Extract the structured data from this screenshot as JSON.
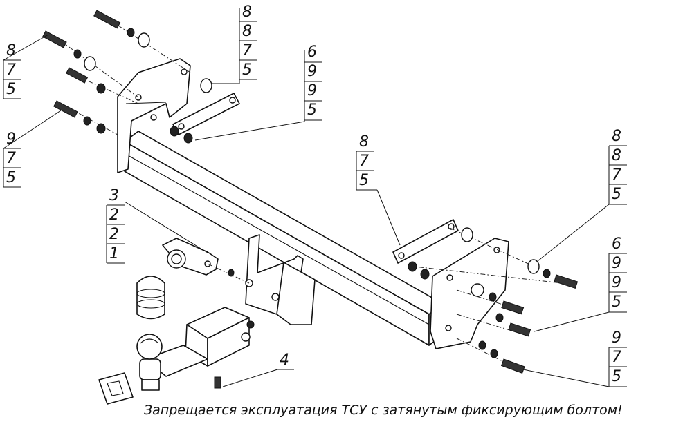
{
  "callouts": {
    "c1": [
      "8",
      "8",
      "7",
      "5"
    ],
    "c2": [
      "6",
      "9",
      "9",
      "5"
    ],
    "c3": [
      "8",
      "7",
      "5"
    ],
    "c4": [
      "9",
      "7",
      "5"
    ],
    "c5": [
      "8",
      "7",
      "5"
    ],
    "c6": [
      "8",
      "8",
      "7",
      "5"
    ],
    "c7": [
      "3",
      "2",
      "2",
      "1"
    ],
    "c8": [
      "6",
      "9",
      "9",
      "5"
    ],
    "c9": [
      "9",
      "7",
      "5"
    ],
    "c10": [
      "4"
    ]
  },
  "warning_text": "Запрещается эксплуатация ТСУ с затянутым фиксирующим болтом!"
}
